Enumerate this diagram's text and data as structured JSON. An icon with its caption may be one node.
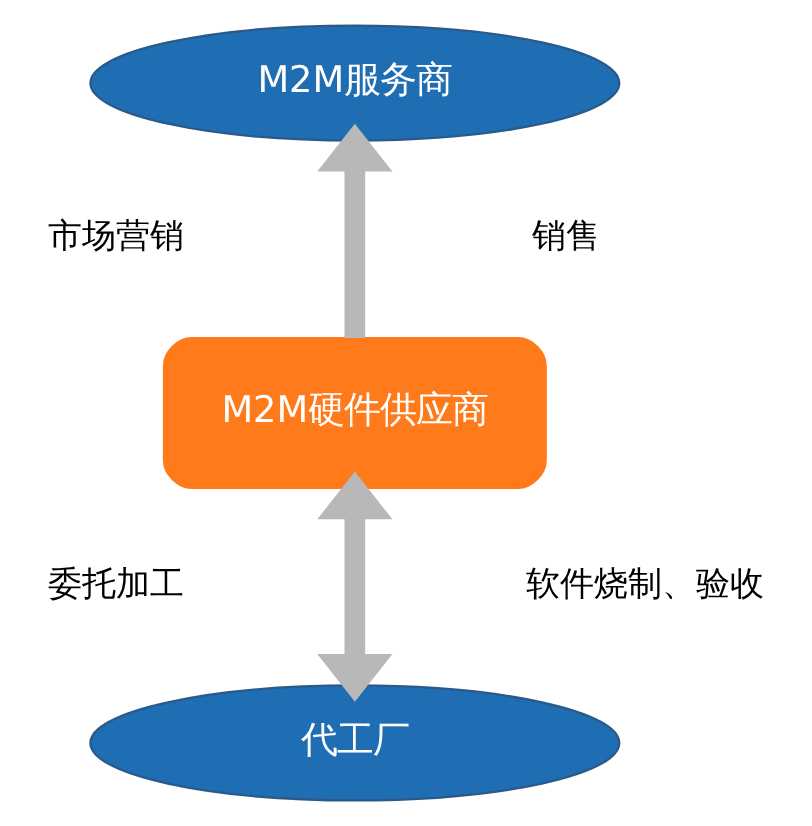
{
  "diagram": {
    "nodes": [
      {
        "text": [
          "M2M服务商"
        ]
      },
      {
        "text": [
          "M2M硬件供应商"
        ]
      },
      {
        "text": [
          "代工厂"
        ]
      }
    ],
    "edges": [
      {
        "from": 1,
        "to": 0,
        "arrow": "to"
      },
      {
        "from": 1,
        "to": 2,
        "arrow": "both"
      }
    ],
    "labels": [
      "市场营销",
      "销售",
      "委托加工",
      "软件烧制、验收"
    ]
  }
}
